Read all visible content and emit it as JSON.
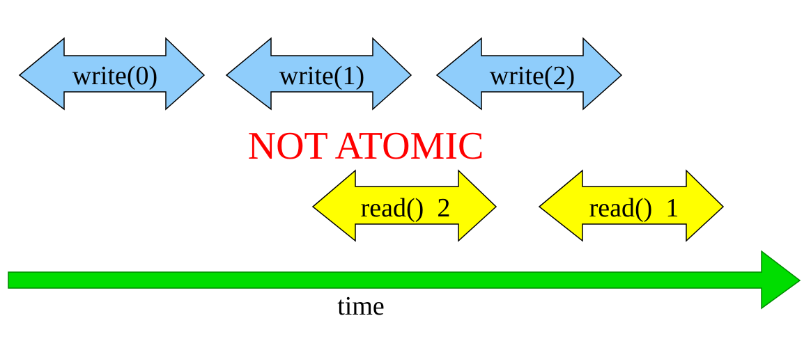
{
  "colors": {
    "write_fill": "#8fcdfb",
    "read_fill": "#ffff00",
    "outline": "#000000",
    "headline": "#ff0000",
    "timeline_fill": "#00dd00",
    "timeline_outline": "#008800"
  },
  "writes": [
    {
      "label": "write(0)"
    },
    {
      "label": "write(1)"
    },
    {
      "label": "write(2)"
    }
  ],
  "reads": [
    {
      "label": "read()  2"
    },
    {
      "label": "read()  1"
    }
  ],
  "headline": "NOT  ATOMIC",
  "timeline": {
    "label": "time"
  }
}
